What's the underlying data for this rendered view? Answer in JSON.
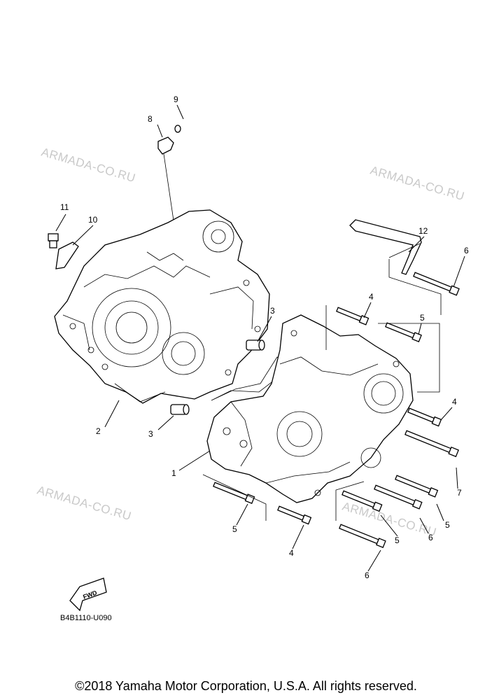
{
  "diagram": {
    "callouts": [
      {
        "id": "c9",
        "text": "9"
      },
      {
        "id": "c8",
        "text": "8"
      },
      {
        "id": "c11",
        "text": "11"
      },
      {
        "id": "c10",
        "text": "10"
      },
      {
        "id": "c12",
        "text": "12"
      },
      {
        "id": "c6a",
        "text": "6"
      },
      {
        "id": "c4a",
        "text": "4"
      },
      {
        "id": "c3a",
        "text": "3"
      },
      {
        "id": "c5a",
        "text": "5"
      },
      {
        "id": "c4b",
        "text": "4"
      },
      {
        "id": "c2",
        "text": "2"
      },
      {
        "id": "c3b",
        "text": "3"
      },
      {
        "id": "c1",
        "text": "1"
      },
      {
        "id": "c7",
        "text": "7"
      },
      {
        "id": "c5b",
        "text": "5"
      },
      {
        "id": "c6b",
        "text": "6"
      },
      {
        "id": "c5c",
        "text": "5"
      },
      {
        "id": "c5d",
        "text": "5"
      },
      {
        "id": "c4c",
        "text": "4"
      },
      {
        "id": "c6c",
        "text": "6"
      }
    ],
    "watermark": "ARMADA-CO.RU",
    "fwd_label": "FWD",
    "diagram_code": "B4B1110-U090"
  },
  "footer": {
    "copyright": "©2018 Yamaha Motor Corporation, U.S.A. All rights reserved."
  }
}
